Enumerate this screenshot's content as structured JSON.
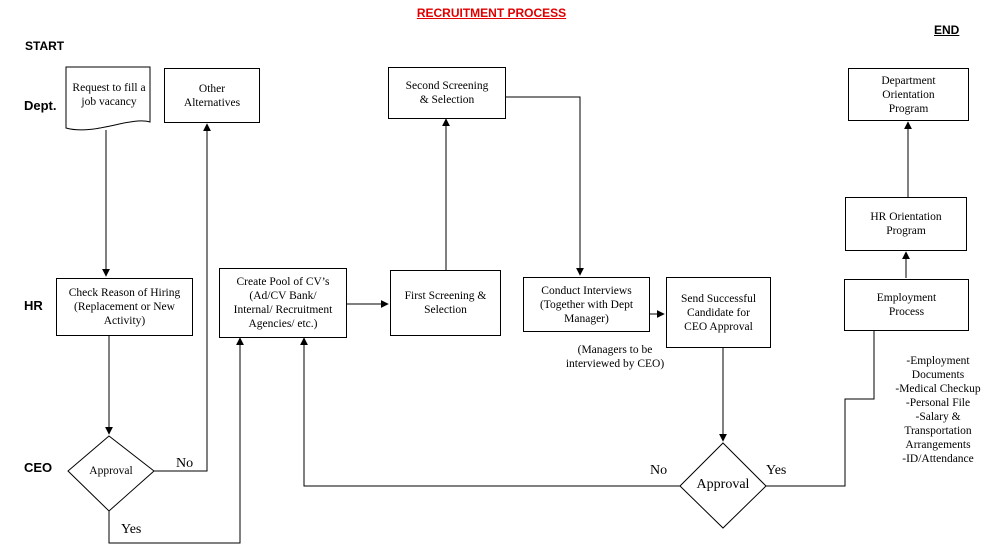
{
  "title": "RECRUITMENT PROCESS",
  "start_label": "START",
  "end_label": "END",
  "lanes": {
    "dept": "Dept.",
    "hr": "HR",
    "ceo": "CEO"
  },
  "nodes": {
    "request": "Request to fill a\njob vacancy",
    "other": "Other\nAlternatives",
    "second_screening": "Second Screening\n& Selection",
    "dept_orientation": "Department\nOrientation\nProgram",
    "hr_orientation": "HR Orientation\nProgram",
    "check_reason": "Check Reason of Hiring\n(Replacement or New\nActivity)",
    "create_pool": "Create Pool of CV’s\n(Ad/CV Bank/\nInternal/ Recruitment\nAgencies/ etc.)",
    "first_screening": "First Screening &\nSelection",
    "conduct_interviews": "Conduct Interviews\n(Together with Dept\nManager)",
    "send_candidate": "Send Successful\nCandidate for\nCEO Approval",
    "employment": "Employment\nProcess",
    "approval_small": "Approval",
    "approval_big": "Approval"
  },
  "edge_labels": {
    "no_left": "No",
    "yes_left": "Yes",
    "no_right": "No",
    "yes_right": "Yes"
  },
  "notes": {
    "managers": "(Managers to be\ninterviewed by CEO)",
    "employment_items": "-Employment\nDocuments\n-Medical Checkup\n-Personal File\n-Salary &\nTransportation\nArrangements\n-ID/Attendance"
  },
  "colors": {
    "title": "#e00000",
    "stroke": "#000000"
  }
}
